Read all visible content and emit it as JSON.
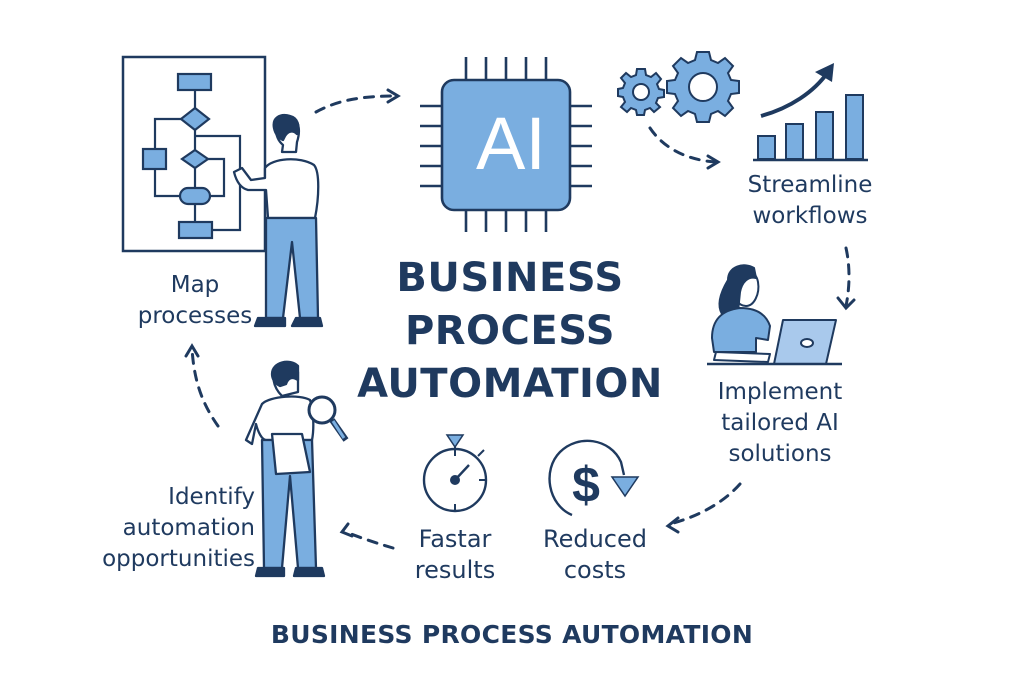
{
  "diagram": {
    "title": "BUSINESS PROCESS AUTOMATION",
    "center_title_lines": [
      "BUSINESS",
      "PROCESS",
      "AUTOMATION"
    ],
    "footer_title": "BUSINESS PROCESS AUTOMATION",
    "chip_label": "AI",
    "colors": {
      "navy": "#1f3a5f",
      "fill_blue": "#7aaee0",
      "light_blue": "#a9c9ec",
      "background": "#ffffff"
    },
    "steps": [
      {
        "id": "map",
        "label_lines": [
          "Map",
          "processes"
        ],
        "icon": "flowchart-board-with-presenter-icon"
      },
      {
        "id": "ai",
        "label_lines": [
          "AI"
        ],
        "icon": "ai-chip-icon"
      },
      {
        "id": "streamline",
        "label_lines": [
          "Streamline",
          "workflows"
        ],
        "icon": "gears-and-growth-chart-icon"
      },
      {
        "id": "implement",
        "label_lines": [
          "Implement",
          "tailored AI",
          "solutions"
        ],
        "icon": "person-at-laptop-icon"
      },
      {
        "id": "costs",
        "label_lines": [
          "Reduced",
          "costs"
        ],
        "icon": "dollar-down-cycle-icon"
      },
      {
        "id": "faster",
        "label_lines": [
          "Fastar",
          "results"
        ],
        "icon": "stopwatch-icon"
      },
      {
        "id": "identify",
        "label_lines": [
          "Identify",
          "automation",
          "opportunities"
        ],
        "icon": "person-with-magnifier-icon"
      }
    ]
  }
}
